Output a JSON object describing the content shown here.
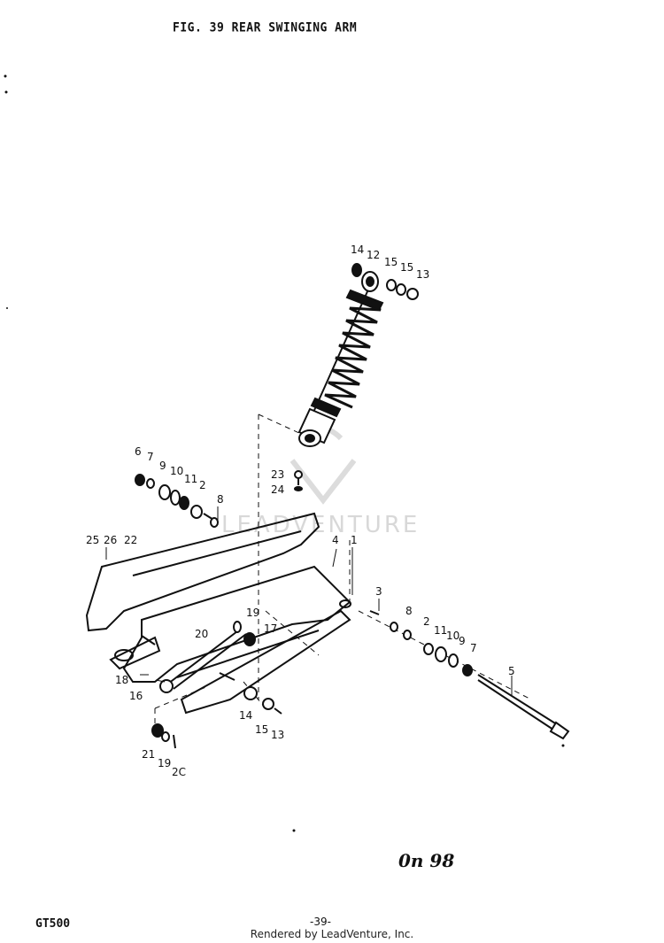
{
  "title": "FIG. 39  REAR SWINGING ARM",
  "watermark": "LEADVENTURE",
  "model": "GT500",
  "page_number": "-39-",
  "rendered_by": "Rendered by LeadVenture, Inc.",
  "handwritten_note": "0n 98",
  "callouts": {
    "c1": "14",
    "c2": "12",
    "c3": "15",
    "c4": "15",
    "c5": "13",
    "c6": "6",
    "c7": "7",
    "c8": "9",
    "c9": "10",
    "c10": "11",
    "c11": "2",
    "c12": "8",
    "c13": "23",
    "c14": "24",
    "c15": "25",
    "c16": "26",
    "c17": "22",
    "c18": "4",
    "c19": "1",
    "c20": "3",
    "c21": "8",
    "c22": "2",
    "c23": "11",
    "c24": "10",
    "c25": "9",
    "c26": "7",
    "c27": "5",
    "c28": "19",
    "c29": "20",
    "c30": "17",
    "c31": "18",
    "c32": "16",
    "c33": "14",
    "c34": "15",
    "c35": "13",
    "c36": "21",
    "c37": "19",
    "c38": "2C"
  }
}
